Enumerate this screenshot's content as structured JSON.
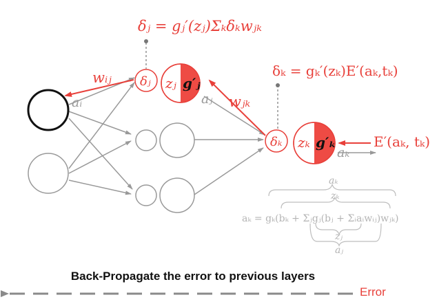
{
  "formulas": {
    "delta_j": "δⱼ = gⱼ′(zⱼ)Σₖδₖwⱼₖ",
    "delta_k": "δₖ = gₖ′(zₖ)E′(aₖ,tₖ)",
    "error_input": "E′(aₖ, tₖ)",
    "forward_expansion": "aₖ = gₖ(bₖ + Σⱼgⱼ(bⱼ + Σᵢaᵢwᵢⱼ)wⱼₖ)"
  },
  "labels": {
    "w_ij": "wᵢⱼ",
    "w_jk": "wⱼₖ",
    "a_i": "aᵢ",
    "a_j": "aⱼ",
    "a_k": "aₖ",
    "delta_j_node": "δⱼ",
    "delta_k_node": "δₖ",
    "z_j": "zⱼ",
    "z_k": "zₖ",
    "g_prime_j": "g′ⱼ",
    "g_prime_k": "g′ₖ",
    "brace_top_outer": "aₖ",
    "brace_top_inner": "zₖ",
    "brace_bottom_inner": "zⱼ",
    "brace_bottom_outer": "aⱼ"
  },
  "caption": "Back-Propagate the error to previous layers",
  "error_label": "Error",
  "colors": {
    "accent": "#e8403a",
    "arrow_gray": "#999999",
    "text": "#111111"
  }
}
